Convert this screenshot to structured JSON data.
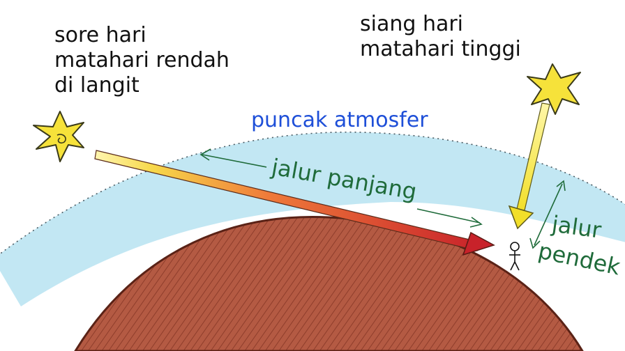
{
  "labels": {
    "evening_line1": "sore hari",
    "evening_line2": "matahari rendah",
    "evening_line3": "di langit",
    "noon_line1": "siang hari",
    "noon_line2": "matahari tinggi",
    "atmosphere_top": "puncak atmosfer",
    "long_path": "jalur panjang",
    "short_path_line1": "jalur",
    "short_path_line2": "pendek"
  },
  "colors": {
    "atmosphere": "#bfe6f2",
    "earth": "#a8513d",
    "earth_edge": "#5a2216",
    "sun": "#f6e23a",
    "green_text": "#1f6b3a",
    "blue_text": "#1e4fd8",
    "black_text": "#111111"
  }
}
